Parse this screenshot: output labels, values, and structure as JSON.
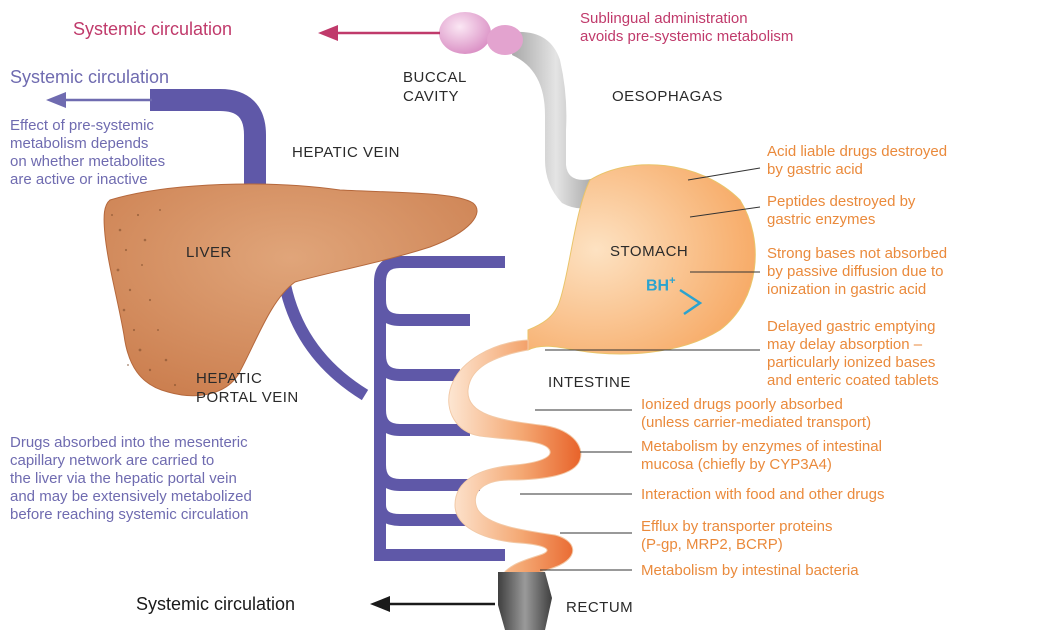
{
  "colors": {
    "vein": "#5f58a8",
    "liver": "#d68a5a",
    "stomach": "#f6b06f",
    "intestine": "#f08a4a",
    "oesophagus": "#cfcfcf",
    "mouth": "#e7a9d2",
    "rectum": "#6d6d6d",
    "orange_text": "#ea8a3c",
    "purple_text": "#6f6bb0",
    "pink_text": "#c03a6b"
  },
  "top": {
    "systemic_pink": "Systemic circulation",
    "sublingual": "Sublingual administration\navoids pre-systemic metabolism",
    "systemic_purple": "Systemic circulation",
    "effect_note": "Effect of pre-systemic\nmetabolism depends\non whether metabolites\nare active or inactive"
  },
  "organs": {
    "buccal": "BUCCAL\nCAVITY",
    "oesophagus": "OESOPHAGAS",
    "hepatic_vein": "HEPATIC VEIN",
    "liver": "LIVER",
    "stomach": "STOMACH",
    "hepatic_portal": "HEPATIC\nPORTAL VEIN",
    "intestine": "INTESTINE",
    "rectum": "RECTUM"
  },
  "ion_label": "BH",
  "ion_charge": "+",
  "stomach_notes": [
    "Acid liable drugs destroyed\nby gastric acid",
    "Peptides destroyed by\ngastric enzymes",
    "Strong bases not absorbed\nby passive diffusion due to\nionization in gastric acid",
    "Delayed gastric emptying\nmay delay absorption –\nparticularly ionized bases\nand enteric coated tablets"
  ],
  "intestine_notes": [
    "Ionized drugs poorly absorbed\n(unless carrier-mediated transport)",
    "Metabolism by enzymes of intestinal\nmucosa (chiefly by CYP3A4)",
    "Interaction with food and other drugs",
    "Efflux by transporter proteins\n(P-gp, MRP2, BCRP)",
    "Metabolism by intestinal bacteria"
  ],
  "mesenteric_note": "Drugs absorbed into the mesenteric\ncapillary network are carried to\nthe liver via the hepatic portal vein\nand may be extensively metabolized\nbefore reaching systemic circulation",
  "bottom": {
    "systemic_black": "Systemic circulation"
  }
}
